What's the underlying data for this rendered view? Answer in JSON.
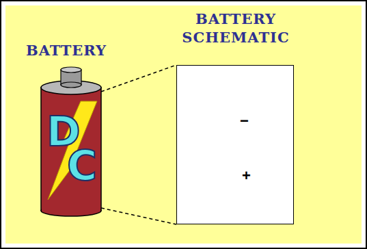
{
  "diagram": {
    "nodes": [
      {
        "text": [
          "BATTERY",
          "D",
          "C"
        ]
      },
      {
        "text": [
          "BATTERY SCHEMATIC",
          "−",
          "+"
        ]
      }
    ],
    "edges": [
      {
        "from": 0,
        "to": 1,
        "arrow": "none"
      },
      {
        "from": 0,
        "to": 1,
        "arrow": "none"
      }
    ]
  }
}
